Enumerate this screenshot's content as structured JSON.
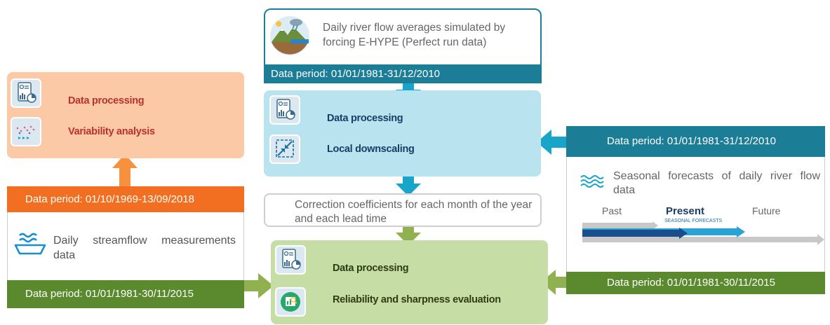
{
  "top_source": {
    "description": "Daily river flow averages simulated by forcing E-HYPE (Perfect run data)",
    "period": "Data period: 01/01/1981-31/12/2010"
  },
  "central_processing": {
    "step1": "Data processing",
    "step2": "Local downscaling"
  },
  "left_processing": {
    "step1": "Data processing",
    "step2": "Variability analysis"
  },
  "correction": {
    "text": "Correction coefficients for each month of the year and each lead time"
  },
  "evaluation": {
    "step1": "Data processing",
    "step2": "Reliability and sharpness evaluation"
  },
  "measurements": {
    "period_top": "Data period: 01/10/1969-13/09/2018",
    "description": "Daily streamflow measurements data",
    "period_bottom": "Data period: 01/01/1981-30/11/2015"
  },
  "forecasts": {
    "period_top": "Data period: 01/01/1981-31/12/2010",
    "description": "Seasonal forecasts of daily river flow data",
    "timeline": {
      "past": "Past",
      "present": "Present",
      "present_sub": "SEASONAL FORECASTS",
      "future": "Future"
    },
    "period_bottom": "Data period: 01/01/1981-30/11/2015"
  },
  "colors": {
    "teal": "#1b7e96",
    "orange": "#f26f21",
    "green": "#5b8a2e",
    "light_blue": "#b9e3ef",
    "light_orange": "#fcc9a6",
    "light_green": "#c7dda6",
    "arrow_blue": "#19a4c9"
  },
  "icons": [
    "landscape-rain-icon",
    "report-chart-icon",
    "scatter-plot-icon",
    "downscale-arrows-icon",
    "waves-icon",
    "streamflow-icon",
    "evaluation-chart-icon"
  ]
}
